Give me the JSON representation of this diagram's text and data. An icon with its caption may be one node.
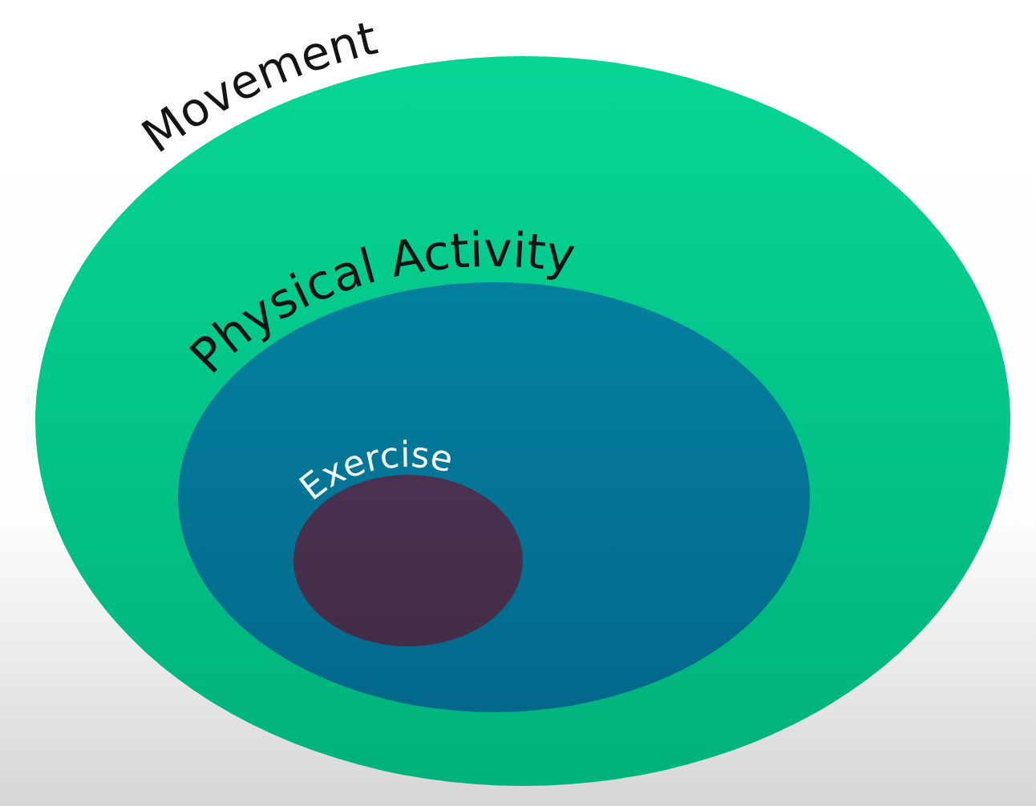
{
  "diagram": {
    "nodes": [
      {
        "text": [
          "Movement"
        ]
      },
      {
        "text": [
          "Physical Activity"
        ],
        "in": 0
      },
      {
        "text": [
          "Exercise"
        ],
        "in": 1
      }
    ]
  }
}
